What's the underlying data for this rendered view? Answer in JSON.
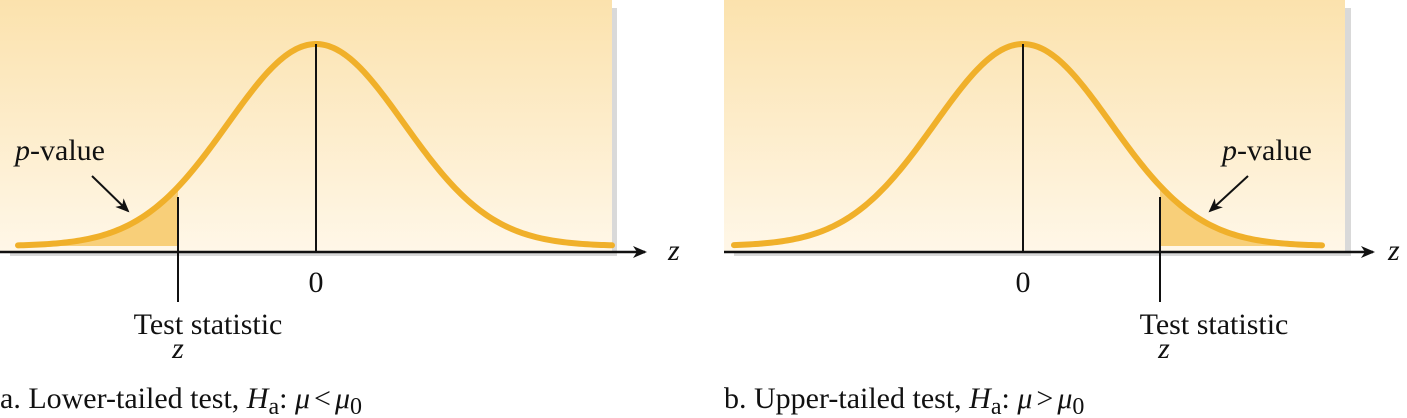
{
  "panels": [
    {
      "id": "a",
      "tail": "lower",
      "zero_label": "0",
      "axis_label": "z",
      "pvalue_label": "value",
      "pvalue_italic_prefix": "p",
      "pvalue_dash": "-",
      "statistic_label": "Test statistic",
      "statistic_symbol": "z",
      "caption_prefix": "a. Lower-tailed test, ",
      "caption_H": "H",
      "caption_sub": "a",
      "caption_colon": ": ",
      "caption_mu": "μ",
      "caption_op": "<",
      "caption_mu0": "μ",
      "caption_zero": "0"
    },
    {
      "id": "b",
      "tail": "upper",
      "zero_label": "0",
      "axis_label": "z",
      "pvalue_label": "value",
      "pvalue_italic_prefix": "p",
      "pvalue_dash": "-",
      "statistic_label": "Test statistic",
      "statistic_symbol": "z",
      "caption_prefix": "b. Upper-tailed test, ",
      "caption_H": "H",
      "caption_sub": "a",
      "caption_colon": ": ",
      "caption_mu": "μ",
      "caption_op": ">",
      "caption_mu0": "μ",
      "caption_zero": "0"
    }
  ],
  "colors": {
    "panel_top": "#fbe2ad",
    "panel_bottom": "#fff7e8",
    "curve": "#f0b02a",
    "shade": "#f8cf79",
    "axis": "#111111",
    "shadow": "#d7d7d7"
  }
}
